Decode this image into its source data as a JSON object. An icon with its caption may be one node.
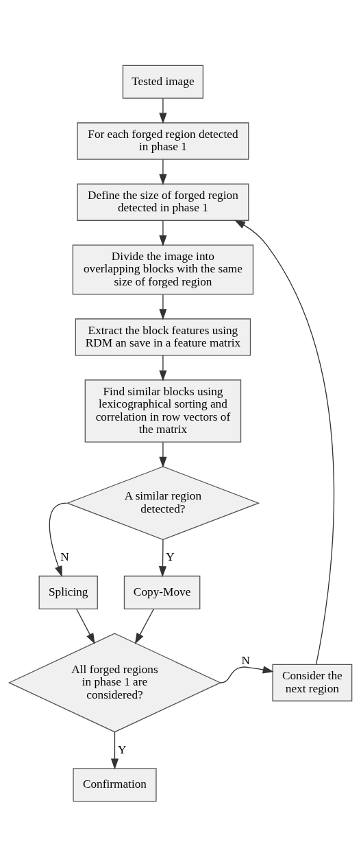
{
  "diagram": {
    "nodes": [
      {
        "text": [
          "Tested image"
        ]
      },
      {
        "text": [
          "For each forged region detected in phase 1"
        ]
      },
      {
        "text": [
          "Define the size of forged region detected in phase 1"
        ]
      },
      {
        "text": [
          "Divide the image into overlapping blocks with the same size of forged region"
        ]
      },
      {
        "text": [
          "Extract the block features using RDM an save in a feature matrix"
        ]
      },
      {
        "text": [
          "Find similar blocks using lexicographical sorting and correlation in row vectors of the matrix"
        ]
      },
      {
        "text": [
          "A similar region detected?"
        ]
      },
      {
        "text": [
          "Splicing"
        ]
      },
      {
        "text": [
          "Copy-Move"
        ]
      },
      {
        "text": [
          "All forged regions in phase 1 are considered?"
        ]
      },
      {
        "text": [
          "Consider the next region"
        ]
      },
      {
        "text": [
          "Confirmation"
        ]
      }
    ],
    "edges": [
      {
        "from": 0,
        "to": 1,
        "arrow": "to"
      },
      {
        "from": 1,
        "to": 2,
        "arrow": "to"
      },
      {
        "from": 2,
        "to": 3,
        "arrow": "to"
      },
      {
        "from": 3,
        "to": 4,
        "arrow": "to"
      },
      {
        "from": 4,
        "to": 5,
        "arrow": "to"
      },
      {
        "from": 5,
        "to": 6,
        "arrow": "to"
      },
      {
        "from": 6,
        "to": 7,
        "arrow": "to",
        "label": "N"
      },
      {
        "from": 6,
        "to": 8,
        "arrow": "to",
        "label": "Y"
      },
      {
        "from": 7,
        "to": 9,
        "arrow": "to"
      },
      {
        "from": 8,
        "to": 9,
        "arrow": "to"
      },
      {
        "from": 9,
        "to": 10,
        "arrow": "to",
        "label": "N"
      },
      {
        "from": 10,
        "to": 2,
        "arrow": "to"
      },
      {
        "from": 9,
        "to": 11,
        "arrow": "to",
        "label": "Y"
      }
    ]
  }
}
